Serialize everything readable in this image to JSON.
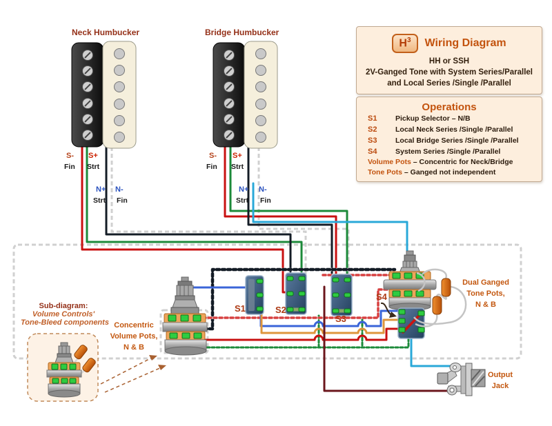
{
  "title_box": {
    "logo_h": "H",
    "logo_sup": "3",
    "title": "Wiring Diagram",
    "subtitle1": "HH or SSH",
    "subtitle2": "2V-Ganged Tone with System Series/Parallel",
    "subtitle3": "and Local Series /Single /Parallel"
  },
  "operations_box": {
    "title": "Operations",
    "rows": [
      {
        "key": "S1",
        "desc": "Pickup Selector – N/B"
      },
      {
        "key": "S2",
        "desc": "Local Neck Series /Single /Parallel"
      },
      {
        "key": "S3",
        "desc": "Local Bridge Series /Single /Parallel"
      },
      {
        "key": "S4",
        "desc": "System Series /Single /Parallel"
      }
    ],
    "notes": [
      {
        "lead": "Volume Pots",
        "rest": " – Concentric for Neck/Bridge"
      },
      {
        "lead": "Tone Pots",
        "rest": " – Ganged not independent"
      }
    ]
  },
  "pickups": {
    "neck": {
      "label": "Neck Humbucker",
      "wires": [
        {
          "tag": "S-",
          "mode": "Fin"
        },
        {
          "tag": "S+",
          "mode": "Strt"
        },
        {
          "tag": "N+",
          "mode": "Strt"
        },
        {
          "tag": "N-",
          "mode": "Fin"
        }
      ]
    },
    "bridge": {
      "label": "Bridge Humbucker",
      "wires": [
        {
          "tag": "S-",
          "mode": "Fin"
        },
        {
          "tag": "S+",
          "mode": "Strt"
        },
        {
          "tag": "N+",
          "mode": "Strt"
        },
        {
          "tag": "N-",
          "mode": "Fin"
        }
      ]
    }
  },
  "switch_labels": {
    "s1": "S1",
    "s2": "S2",
    "s3": "S3",
    "s4": "S4"
  },
  "captions": {
    "volume_pots": [
      "Concentric",
      "Volume Pots,",
      "N & B"
    ],
    "tone_pots": [
      "Dual Ganged",
      "Tone Pots,",
      "N & B"
    ],
    "output_jack": [
      "Output",
      "Jack"
    ],
    "sub_diagram": {
      "title": "Sub-diagram:",
      "line1": "Volume Controls'",
      "line2": "Tone-Bleed components"
    }
  },
  "colors": {
    "accent_orange": "#c3570f",
    "heading_red": "#943018",
    "wire_red": "#c81010",
    "wire_green": "#1c8a3a",
    "wire_black": "#141c26",
    "wire_blue": "#3a64d8",
    "wire_cyan": "#29a8d8",
    "wire_orange": "#de953c",
    "wire_maroon": "#6b161c",
    "ground_gray": "#d0d0d0",
    "switch_blue": "#3c5c7e",
    "lug_green": "#2ecc40",
    "cap_orange": "#e07818"
  }
}
